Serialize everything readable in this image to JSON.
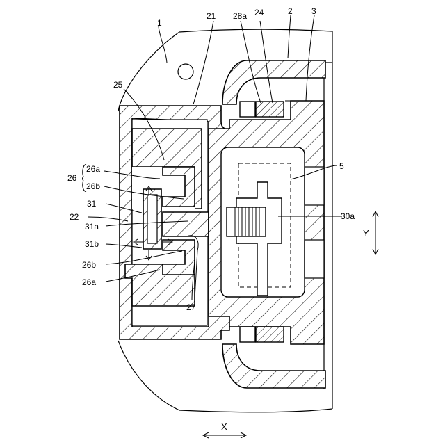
{
  "figure": {
    "labels": {
      "l1": "1",
      "l21": "21",
      "l28a": "28a",
      "l24": "24",
      "l2": "2",
      "l3": "3",
      "l25": "25",
      "l5": "5",
      "l26": "26",
      "l26a_top": "26a",
      "l26b_top": "26b",
      "l31": "31",
      "l22": "22",
      "l31a": "31a",
      "l31b": "31b",
      "l26b_bot": "26b",
      "l26a_bot": "26a",
      "l27": "27",
      "l30a": "30a",
      "axis_y": "Y",
      "axis_x": "X"
    }
  }
}
